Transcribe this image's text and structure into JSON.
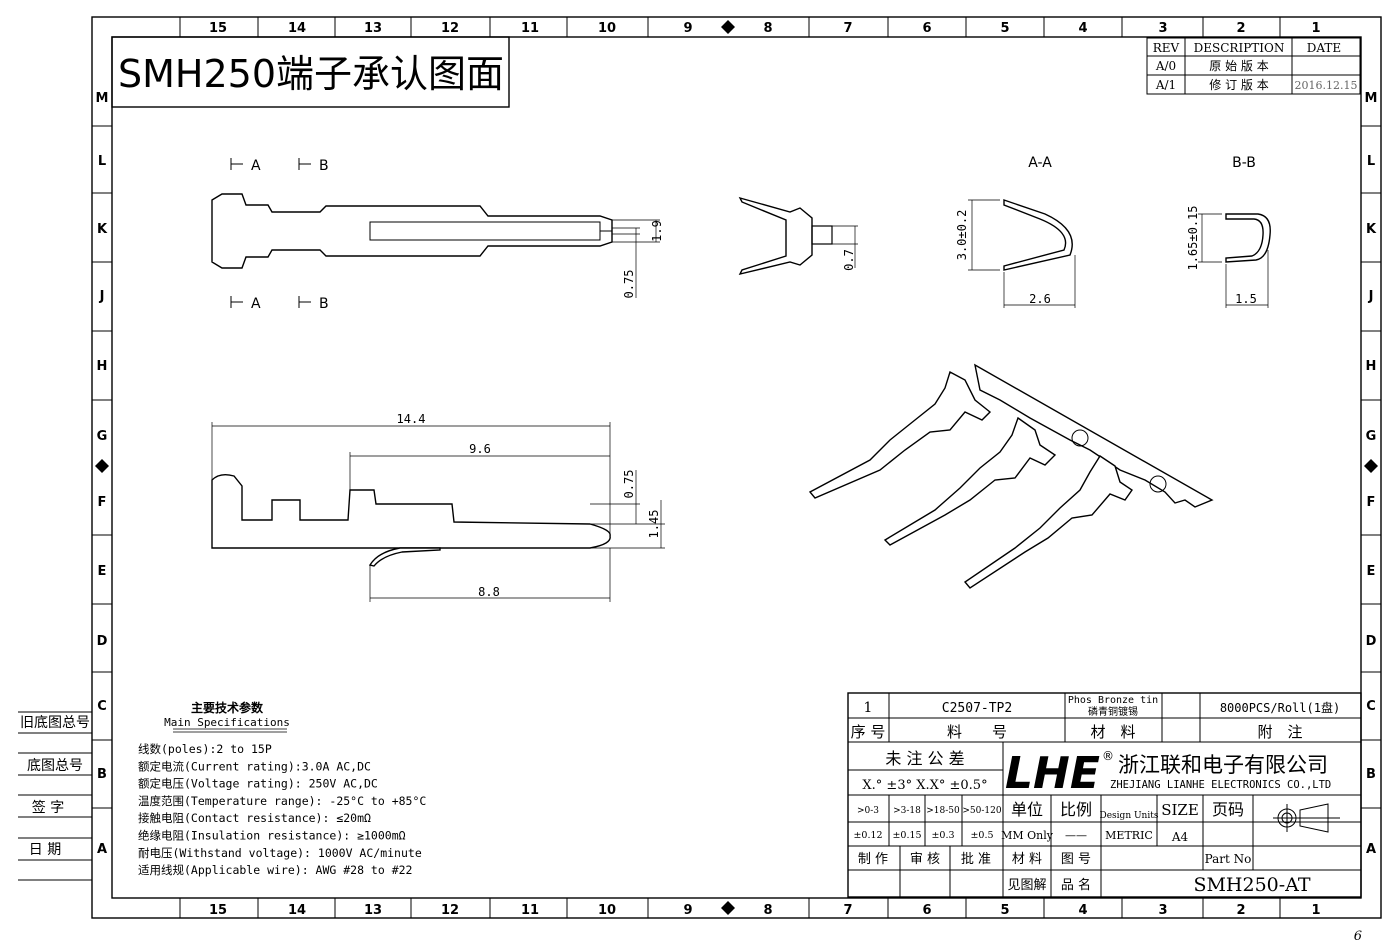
{
  "title": "SMH250端子承认图面",
  "zones": {
    "columns": [
      "15",
      "14",
      "13",
      "12",
      "11",
      "10",
      "9",
      "8",
      "7",
      "6",
      "5",
      "4",
      "3",
      "2",
      "1"
    ],
    "rows": [
      "M",
      "L",
      "K",
      "J",
      "H",
      "G",
      "F",
      "E",
      "D",
      "C",
      "B",
      "A"
    ]
  },
  "revision_table": {
    "headers": [
      "REV",
      "DESCRIPTION",
      "DATE"
    ],
    "rows": [
      {
        "rev": "A/0",
        "description": "原 始 版 本",
        "date": ""
      },
      {
        "rev": "A/1",
        "description": "修 订 版 本",
        "date": "2016.12.15"
      }
    ]
  },
  "views": {
    "section_a": "A",
    "section_b": "B",
    "aa_title": "A-A",
    "bb_title": "B-B"
  },
  "dimensions": {
    "top_width": "1.9",
    "top_tip": "0.75",
    "end_view": "0.7",
    "aa_height": "3.0±0.2",
    "aa_width": "2.6",
    "bb_height": "1.65±0.15",
    "bb_width": "1.5",
    "side_total": "14.4",
    "side_mid": "9.6",
    "side_bottom": "8.8",
    "side_h1": "0.75",
    "side_h2": "1.45"
  },
  "left_blocks": [
    "旧底图总号",
    "底图总号",
    "签 字",
    "日 期"
  ],
  "specs": {
    "heading_cn": "主要技术参数",
    "heading_en": "Main Specifications",
    "lines": [
      "线数(poles):2 to 15P",
      "额定电流(Current rating):3.0A AC,DC",
      "额定电压(Voltage rating): 250V AC,DC",
      "温度范围(Temperature range): -25°C to +85°C",
      "接触电阻(Contact resistance): ≤20mΩ",
      "绝缘电阻(Insulation resistance): ≥1000mΩ",
      "耐电压(Withstand voltage): 1000V AC/minute",
      "适用线规(Applicable wire): AWG #28 to #22"
    ]
  },
  "title_block": {
    "item_no": "1",
    "part_code": "C2507-TP2",
    "material_en": "Phos Bronze tin",
    "material_cn": "磷青铜镀锡",
    "note": "8000PCS/Roll(1盘)",
    "h_seq": "序 号",
    "h_part": "料　　号",
    "h_material": "材　料",
    "h_note": "附　注",
    "tol_title": "未 注 公 差",
    "tol_angle": "X.° ±3° X.X° ±0.5°",
    "logo": "LHE",
    "company_cn": "浙江联和电子有限公司",
    "company_en": "ZHEJIANG LIANHE ELECTRONICS CO.,LTD",
    "ranges": [
      ">0-3",
      ">3-18",
      ">18-50",
      ">50-120"
    ],
    "tolerances": [
      "±0.12",
      "±0.15",
      "±0.3",
      "±0.5"
    ],
    "unit_label": "单位",
    "unit_value": "MM Only",
    "scale_label": "比例",
    "scale_value": "——",
    "design_units_label": "Design Units",
    "design_units_value": "METRIC",
    "size_label": "SIZE",
    "size_value": "A4",
    "page_label": "页码",
    "made_by": "制 作",
    "checked_by": "审 核",
    "approved_by": "批 准",
    "material_label": "材 料",
    "drawing_no_label": "图 号",
    "part_no_label": "Part No",
    "see_drawing": "见图解",
    "product_name_label": "品 名",
    "part_no": "SMH250-AT"
  },
  "page_number": "6"
}
